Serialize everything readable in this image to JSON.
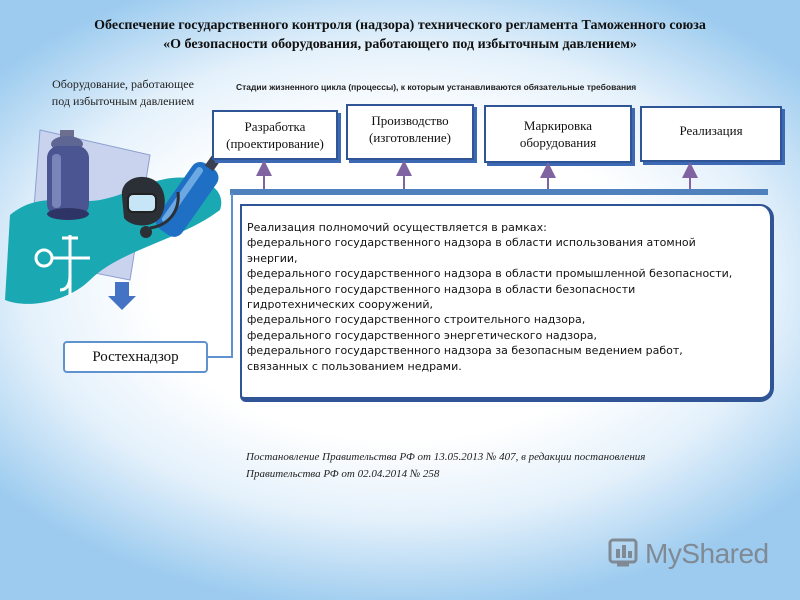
{
  "title": {
    "line1": "Обеспечение государственного контроля (надзора) технического регламента Таможенного союза",
    "line2": "«О безопасности оборудования, работающего под избыточным давлением»"
  },
  "equipment_label": {
    "line1": "Оборудование, работающее",
    "line2": "под избыточным давлением"
  },
  "stages_caption": "Стадии жизненного цикла (процессы), к которым устанавливаются обязательные требования",
  "stages": [
    {
      "line1": "Разработка",
      "line2": "(проектирование)"
    },
    {
      "line1": "Производство",
      "line2": "(изготовление)"
    },
    {
      "line1": "Маркировка",
      "line2": "оборудования"
    },
    {
      "line1": "Реализация",
      "line2": ""
    }
  ],
  "authority": "Ростехнадзор",
  "supervision": {
    "lines": [
      "Реализация полномочий осуществляется в рамках:",
      "федерального государственного надзора в области использования атомной",
      "энергии,",
      "федерального государственного надзора в области промышленной безопасности,",
      "федерального государственного надзора в области безопасности",
      "гидротехнических сооружений,",
      "федерального государственного строительного надзора,",
      "федерального государственного энергетического надзора,",
      "федерального государственного надзора за безопасным ведением работ,",
      "связанных с пользованием недрами."
    ]
  },
  "decree": {
    "line1": "Постановление Правительства РФ от 13.05.2013 № 407, в редакции постановления",
    "line2": "Правительства РФ от  02.04.2014 № 258"
  },
  "watermark": "MyShared",
  "colors": {
    "box_border": "#2f5597",
    "arrow": "#8064a2",
    "down_arrow": "#4472c4",
    "cylinder": "#1f6fc4",
    "watermark": "#7f8a94"
  },
  "icons": [
    "gas-cylinder-icon",
    "diving-mask-icon",
    "oxygen-cylinder-icon",
    "pipe-valve-icon",
    "down-arrow-icon",
    "myshared-logo-icon"
  ]
}
